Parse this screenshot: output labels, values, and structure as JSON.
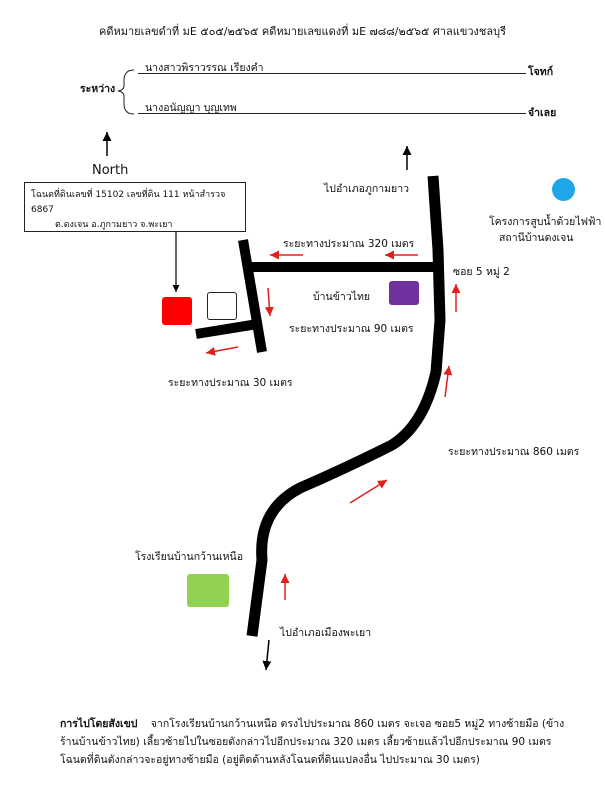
{
  "header": {
    "text": "คดีหมายเลขดำที่  มE ๕๐๕/๒๕๖๕   คดีหมายเลขแดงที่  มE ๗๘๘/๒๕๖๕   ศาลแขวงชลบุรี"
  },
  "parties": {
    "between_label": "ระหว่าง",
    "plaintiff_name": "นางสาวพิราวรรณ เรียงคำ",
    "plaintiff_role": "โจทก์",
    "defendant_name": "นางอนัญญา บุญเทพ",
    "defendant_role": "จำเลย"
  },
  "map": {
    "north_label": "North",
    "deed_info_line1": "โฉนดที่ดินเลขที่ 15102 เลขที่ดิน 111 หน้าสำรวจ 6867",
    "deed_info_line2": "ต.ดงเจน  อ.ภูกามยาว  จ.พะเยา",
    "to_phu_kamyao": "ไปอำเภอภูกามยาว",
    "to_mueang_phayao": "ไปอำเภอเมืองพะเยา",
    "water_project": "โครงการสูบน้ำด้วยไฟฟ้า",
    "water_station": "สถานีบ้านดงเจน",
    "soi_label": "ซอย 5 หมู่ 2",
    "dist_320": "ระยะทางประมาณ 320 เมตร",
    "dist_90": "ระยะทางประมาณ 90 เมตร",
    "dist_30": "ระยะทางประมาณ 30 เมตร",
    "dist_860": "ระยะทางประมาณ 860 เมตร",
    "rice_shop": "บ้านข้าวไทย",
    "school": "โรงเรียนบ้านกว้านเหนือ",
    "colors": {
      "road": "#000000",
      "arrow": "#e0201c",
      "target_plot": "#ff0000",
      "rice_shop": "#7030a0",
      "school": "#92d050",
      "water": "#1ea7e8"
    }
  },
  "directions": {
    "title": "การไปโดยสังเขป",
    "body": "จากโรงเรียนบ้านกว้านเหนือ ตรงไปประมาณ 860 เมตร จะเจอ ซอย5 หมู่2 ทางซ้ายมือ (ข้างร้านบ้านข้าวไทย) เลี้ยวซ้ายไปในซอยดังกล่าวไปอีกประมาณ 320 เมตร เลี้ยวซ้ายแล้วไปอีกประมาณ 90 เมตร  โฉนดที่ดินดังกล่าวจะอยู่ทางซ้ายมือ (อยู่ติดด้านหลังโฉนดที่ดินแปลงอื่น ไปประมาณ 30 เมตร)"
  }
}
